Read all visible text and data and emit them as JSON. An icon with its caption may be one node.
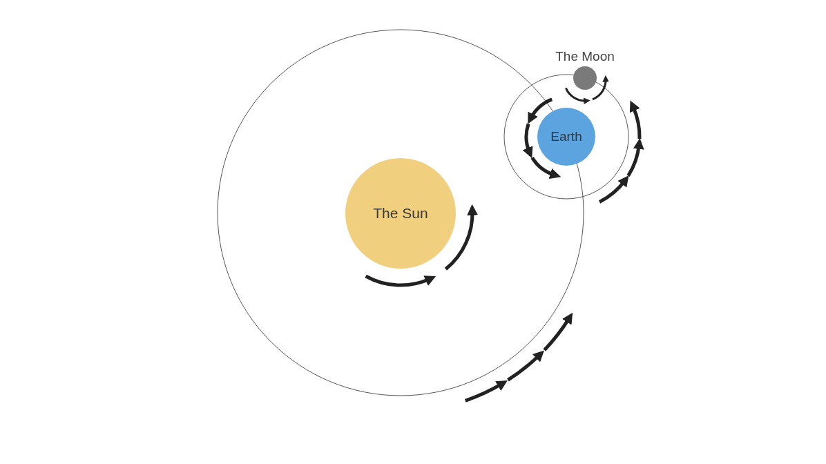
{
  "diagram": {
    "nodes": [
      {
        "text": [
          "The Moon"
        ]
      },
      {
        "text": [
          "Earth"
        ]
      },
      {
        "text": [
          "The Sun"
        ]
      }
    ]
  }
}
